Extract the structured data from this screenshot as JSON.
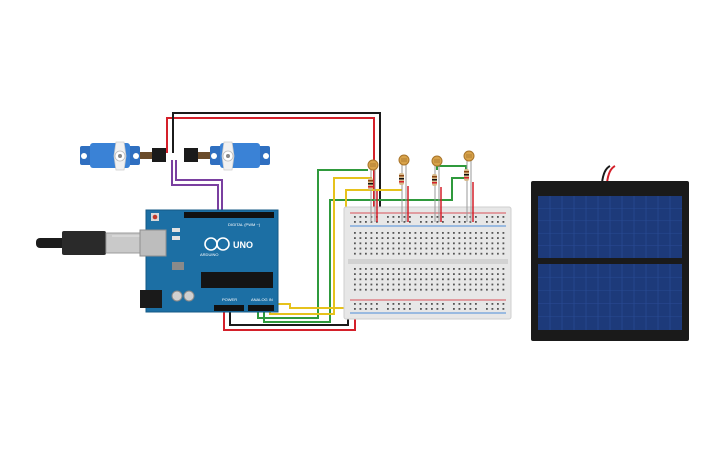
{
  "board": {
    "brand": "ARDUINO",
    "model": "UNO",
    "header_digital": "DIGITAL (PWM ~)",
    "header_power": "POWER",
    "header_analog": "ANALOG IN",
    "color": "#1c6fa4"
  },
  "breadboard": {
    "color": "#e7e7e7"
  },
  "solar_panel": {
    "cell_color": "#1d3a7a"
  },
  "wire_colors": {
    "red": "#d4202a",
    "black": "#1b1b1b",
    "purple": "#7a3fa0",
    "green": "#2f9a3c",
    "yellow": "#e6c21c"
  },
  "icons": {
    "servo": "servo-motor",
    "ldr": "photoresistor",
    "resistor": "resistor",
    "usb": "usb-cable"
  }
}
